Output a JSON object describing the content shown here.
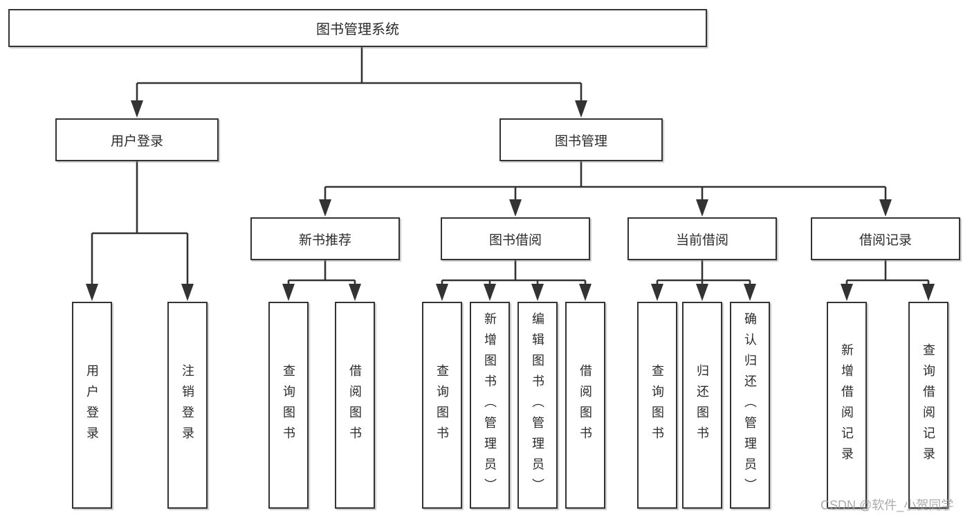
{
  "diagram": {
    "title_node": {
      "label": "图书管理系统"
    },
    "level2": [
      {
        "label": "用户登录"
      },
      {
        "label": "图书管理"
      }
    ],
    "level3": [
      {
        "label": "新书推荐"
      },
      {
        "label": "图书借阅"
      },
      {
        "label": "当前借阅"
      },
      {
        "label": "借阅记录"
      }
    ],
    "leaves": [
      {
        "label": "用户登录"
      },
      {
        "label": "注销登录"
      },
      {
        "label": "查询图书"
      },
      {
        "label": "借阅图书"
      },
      {
        "label": "查询图书"
      },
      {
        "label": "新增图书（管理员）"
      },
      {
        "label": "编辑图书（管理员）"
      },
      {
        "label": "借阅图书"
      },
      {
        "label": "查询图书"
      },
      {
        "label": "归还图书"
      },
      {
        "label": "确认归还（管理员）"
      },
      {
        "label": "新增借阅记录"
      },
      {
        "label": "查询借阅记录"
      }
    ]
  },
  "watermark": {
    "text": "CSDN @软件_小贺同学"
  },
  "colors": {
    "line": "#333333",
    "box_border": "#333333",
    "box_bg": "#ffffff",
    "watermark": "#969696"
  }
}
